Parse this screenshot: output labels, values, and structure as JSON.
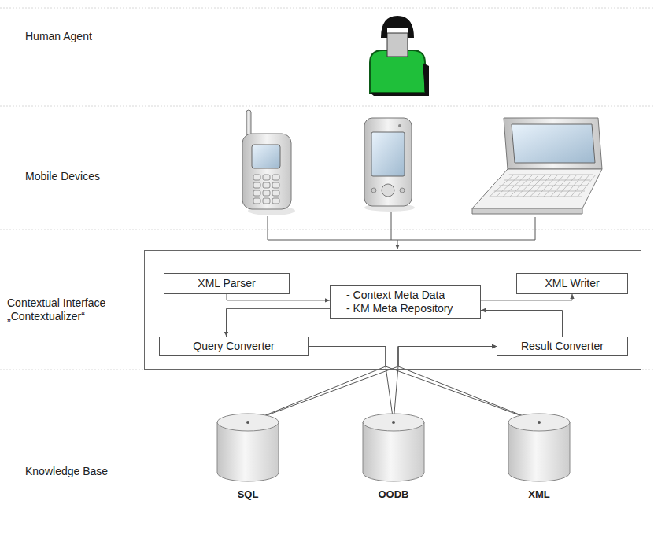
{
  "diagram": {
    "nodes": [
      {
        "text": [
          "Contextual Interface „Contextualizer“"
        ]
      },
      {
        "text": [
          "XML Parser"
        ],
        "in": 0
      },
      {
        "text": [
          "- Context Meta Data",
          "- KM Meta Repository"
        ],
        "in": 0
      },
      {
        "text": [
          "XML Writer"
        ],
        "in": 0
      },
      {
        "text": [
          "Query Converter"
        ],
        "in": 0
      },
      {
        "text": [
          "Result Converter"
        ],
        "in": 0
      },
      {
        "text": [
          "SQL"
        ]
      },
      {
        "text": [
          "OODB"
        ]
      },
      {
        "text": [
          "XML"
        ]
      }
    ],
    "edges": [
      {
        "from": 1,
        "to": 2,
        "arrow": "to"
      },
      {
        "from": 2,
        "to": 3,
        "arrow": "to"
      },
      {
        "from": 2,
        "to": 4,
        "arrow": "to"
      },
      {
        "from": 5,
        "to": 2,
        "arrow": "to"
      },
      {
        "from": 4,
        "to": 6,
        "arrow": "to"
      },
      {
        "from": 4,
        "to": 7,
        "arrow": "to"
      },
      {
        "from": 4,
        "to": 8,
        "arrow": "to"
      },
      {
        "from": 6,
        "to": 5,
        "arrow": "to"
      },
      {
        "from": 7,
        "to": 5,
        "arrow": "to"
      },
      {
        "from": 8,
        "to": 5,
        "arrow": "to"
      }
    ],
    "labels": [
      "Human Agent",
      "Mobile Devices",
      "Knowledge Base"
    ]
  }
}
